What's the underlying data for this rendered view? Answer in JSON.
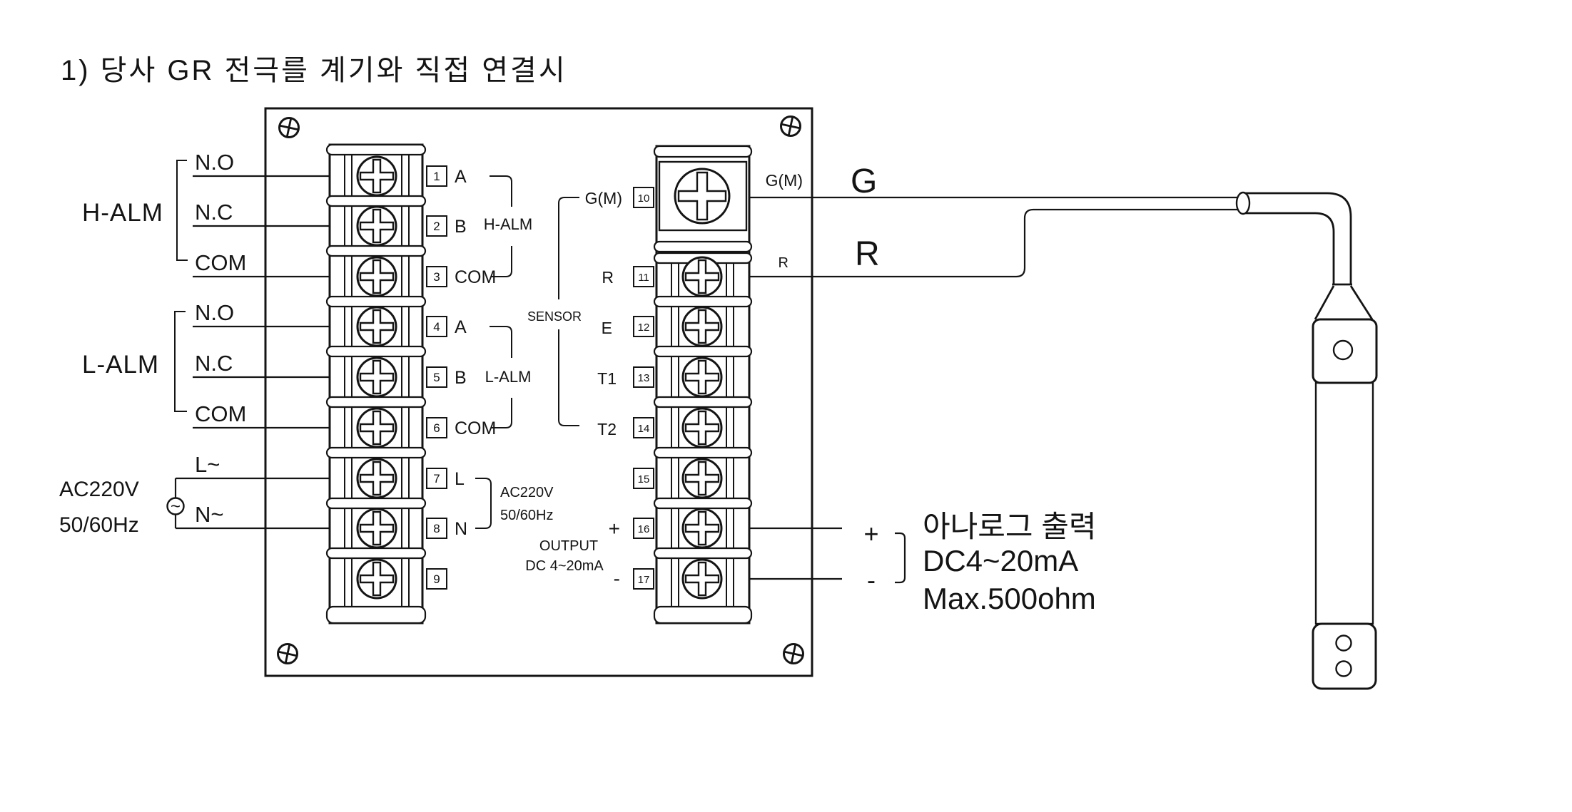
{
  "title": "1) 당사 GR 전극를 계기와 직접 연결시",
  "left_side": {
    "h_alm": {
      "label": "H-ALM",
      "pins": [
        "N.O",
        "N.C",
        "COM"
      ]
    },
    "l_alm": {
      "label": "L-ALM",
      "pins": [
        "N.O",
        "N.C",
        "COM"
      ]
    },
    "power": {
      "label_line1": "AC220V",
      "label_line2": "50/60Hz",
      "ac_symbol": "~",
      "pins": [
        "L~",
        "N~"
      ]
    }
  },
  "terminal_block_left": {
    "terminals": [
      {
        "no": "1",
        "label": "A"
      },
      {
        "no": "2",
        "label": "B"
      },
      {
        "no": "3",
        "label": "COM"
      },
      {
        "no": "4",
        "label": "A"
      },
      {
        "no": "5",
        "label": "B"
      },
      {
        "no": "6",
        "label": "COM"
      },
      {
        "no": "7",
        "label": "L"
      },
      {
        "no": "8",
        "label": "N"
      },
      {
        "no": "9",
        "label": ""
      }
    ],
    "group_h_alm": "H-ALM",
    "group_l_alm": "L-ALM",
    "power_line1": "AC220V",
    "power_line2": "50/60Hz"
  },
  "terminal_block_right": {
    "terminals": [
      {
        "no": "10",
        "label": "G(M)"
      },
      {
        "no": "11",
        "label": "R"
      },
      {
        "no": "12",
        "label": "E"
      },
      {
        "no": "13",
        "label": "T1"
      },
      {
        "no": "14",
        "label": "T2"
      },
      {
        "no": "15",
        "label": ""
      },
      {
        "no": "16",
        "label": "+"
      },
      {
        "no": "17",
        "label": "-"
      }
    ],
    "sensor_label": "SENSOR",
    "output_label_line1": "OUTPUT",
    "output_label_line2": "DC 4~20mA"
  },
  "wires": {
    "g_label": "G",
    "r_label": "R",
    "gm_inner_label": "G(M)",
    "r_inner_label": "R",
    "plus_label": "+",
    "minus_label": "-"
  },
  "analog_output": {
    "line1": "아나로그 출력",
    "line2": "DC4~20mA",
    "line3": "Max.500ohm"
  },
  "colors": {
    "line": "#141414",
    "background": "#ffffff"
  }
}
